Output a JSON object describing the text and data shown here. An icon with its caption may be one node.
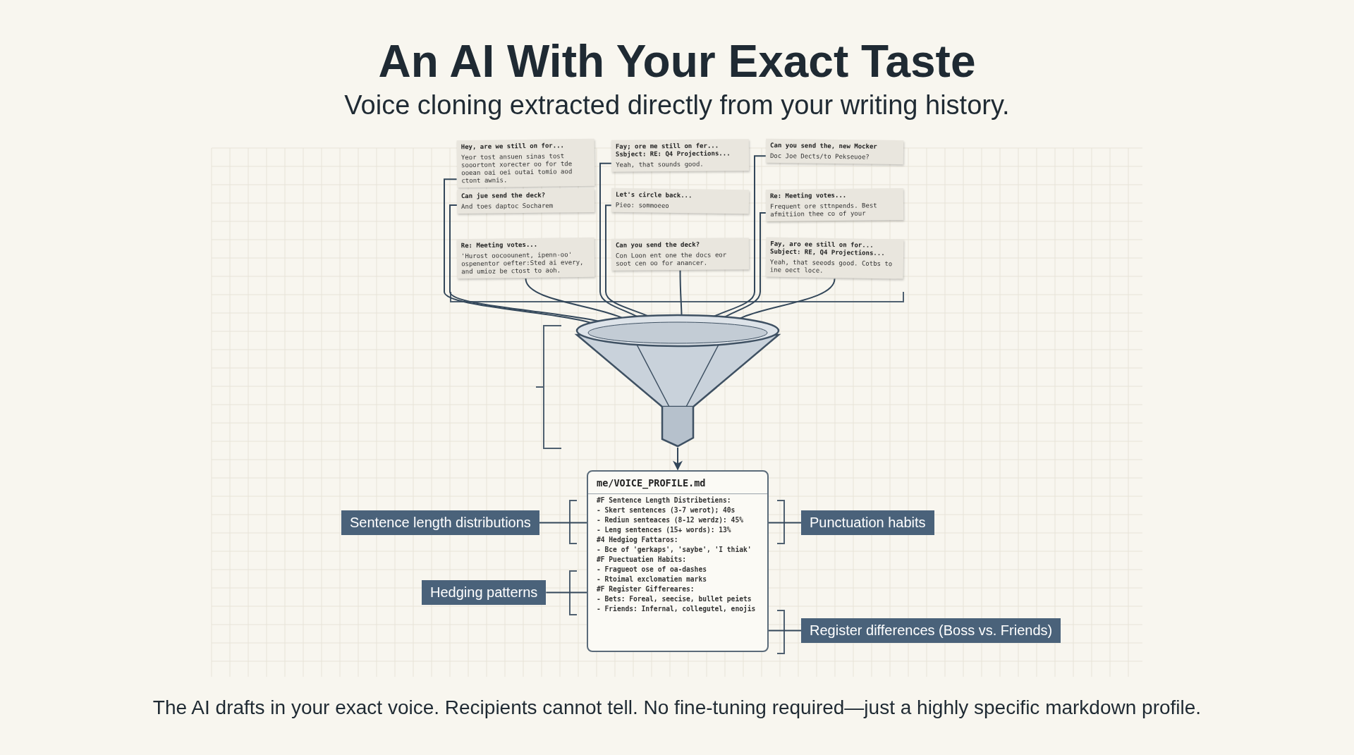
{
  "diagram": {
    "title": "An AI With Your Exact Taste",
    "caption": "The AI drafts in your exact voice. Recipients cannot tell. No fine-tuning required—just a highly specific markdown profile.",
    "nodes": [
      {
        "text": [
          "Hey, are we still on for...",
          "Yeor tost ansuen sinas tost sooortont xorecter oo for tde ooean oai oei outai tomio aod ctont awnis."
        ]
      },
      {
        "text": [
          "Fay; ore me still on fer...",
          "Ssbject: RE: Q4 Projections...",
          "Yeah, that sounds good."
        ]
      },
      {
        "text": [
          "Can you send the, new Mocker",
          "Doc Joe Dects/to Pekseuoe?"
        ]
      },
      {
        "text": [
          "Can jue send the deck?",
          "And toes daptoc Socharem"
        ]
      },
      {
        "text": [
          "Let's circle back...",
          "Pieo: sommoeeo"
        ]
      },
      {
        "text": [
          "Re: Meeting votes...",
          "Frequent ore sttnpends. Best afmitiion thee co of your"
        ]
      },
      {
        "text": [
          "Re: Meeting votes...",
          "'Hurost oocoounent, ipenn-oo' ospenentor oefter:Sted ai every, and umioz be ctost to aoh."
        ]
      },
      {
        "text": [
          "Can you send the deck?",
          "Con Loon ent one the docs eor soot cen oo for anancer."
        ]
      },
      {
        "text": [
          "Fay, aro ee still on for...",
          "Subject: RE, Q4 Projections...",
          "Yeah, that seeods good. Cotbs to ine oect loce."
        ]
      },
      {
        "text": [],
        "shape": "funnel"
      },
      {
        "text": [
          "me/VOICE_PROFILE.md",
          "#F Sentence Length Distribetiens:",
          "- Skert sentences (3-7 werot); 40s",
          "- Rediun senteaces (8-12 werdz): 45%",
          "- Leng sentences (15+ words): 13%",
          "#4 Hedgiog Fattaros:",
          "- Bce of 'gerkaps', 'saybe', 'I thiak'",
          "#F Puectuatien Habits:",
          "- Fragueot ose of oa-dashes",
          "- Rtoimal exclomatien marks",
          "#F Register Giffereares:",
          "- Bets: Foreal, seecise, bullet peiets",
          "- Friends: Infernal, collegutel, enojis"
        ]
      },
      {
        "text": [
          "Sentence length distributions"
        ]
      },
      {
        "text": [
          "Punctuation habits"
        ]
      },
      {
        "text": [
          "Hedging patterns"
        ]
      },
      {
        "text": [
          "Register differences (Boss vs. Friends)"
        ]
      }
    ],
    "edges": [
      {
        "from": 0,
        "to": 9,
        "arrow": "to"
      },
      {
        "from": 1,
        "to": 9,
        "arrow": "to"
      },
      {
        "from": 2,
        "to": 9,
        "arrow": "to"
      },
      {
        "from": 3,
        "to": 9,
        "arrow": "to"
      },
      {
        "from": 4,
        "to": 9,
        "arrow": "to"
      },
      {
        "from": 5,
        "to": 9,
        "arrow": "to"
      },
      {
        "from": 6,
        "to": 9,
        "arrow": "to"
      },
      {
        "from": 7,
        "to": 9,
        "arrow": "to"
      },
      {
        "from": 8,
        "to": 9,
        "arrow": "to"
      },
      {
        "from": 9,
        "to": 10,
        "arrow": "to"
      },
      {
        "from": 11,
        "to": 10,
        "arrow": "none"
      },
      {
        "from": 12,
        "to": 10,
        "arrow": "none"
      },
      {
        "from": 13,
        "to": 10,
        "arrow": "none"
      },
      {
        "from": 14,
        "to": 10,
        "arrow": "none"
      }
    ],
    "labels": [
      "Voice cloning extracted directly from your writing history."
    ]
  }
}
